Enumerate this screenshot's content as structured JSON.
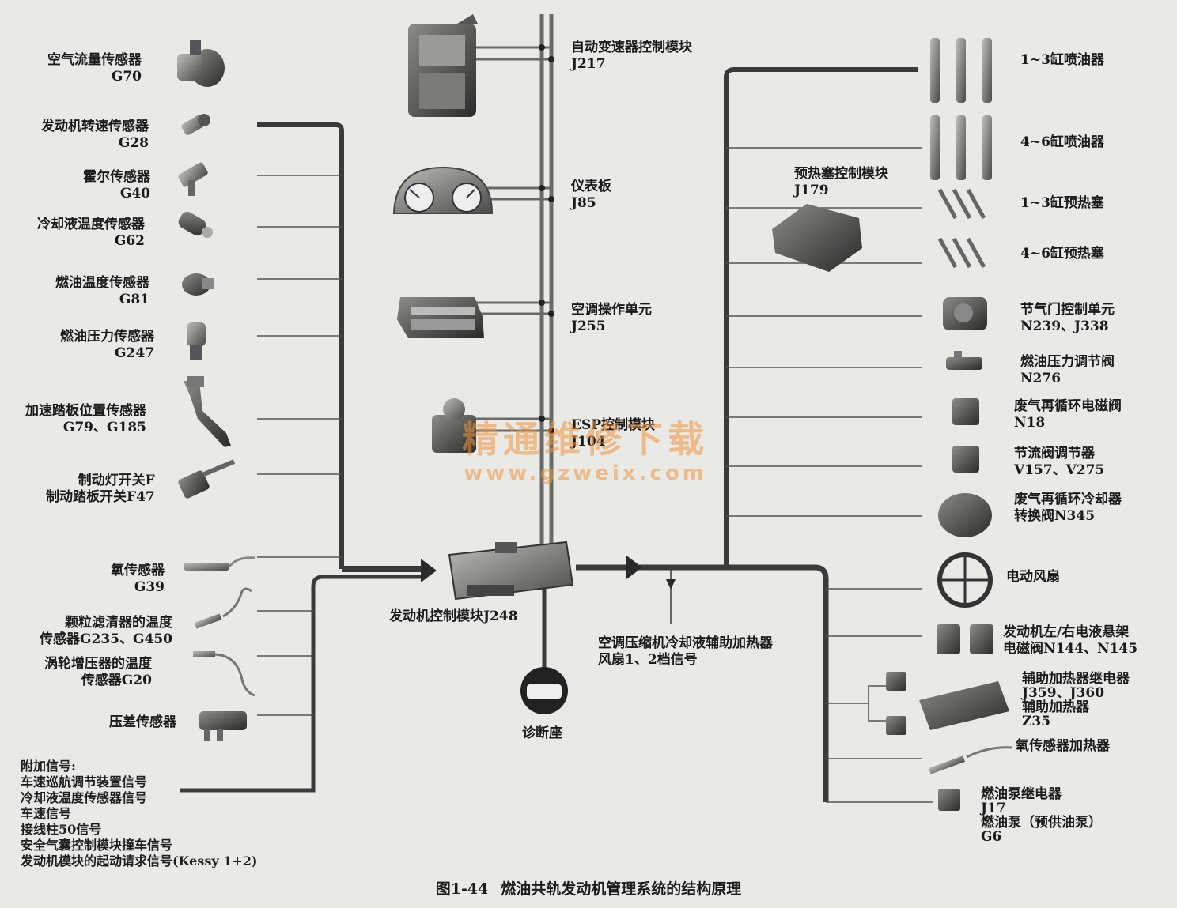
{
  "left": [
    {
      "name": "空气流量传感器",
      "code": "G70"
    },
    {
      "name": "发动机转速传感器",
      "code": "G28"
    },
    {
      "name": "霍尔传感器",
      "code": "G40"
    },
    {
      "name": "冷却液温度传感器",
      "code": "G62"
    },
    {
      "name": "燃油温度传感器",
      "code": "G81"
    },
    {
      "name": "燃油压力传感器",
      "code": "G247"
    },
    {
      "name": "加速踏板位置传感器",
      "code": "G79、G185"
    },
    {
      "name": "制动灯开关F",
      "code": "制动踏板开关F47"
    },
    {
      "name": "氧传感器",
      "code": "G39"
    },
    {
      "name": "颗粒滤清器的温度",
      "code": "传感器G235、G450"
    },
    {
      "name": "涡轮增压器的温度",
      "code": "传感器G20"
    },
    {
      "name": "压差传感器"
    }
  ],
  "extra": {
    "title": "附加信号:",
    "items": [
      "车速巡航调节装置信号",
      "冷却液温度传感器信号",
      "车速信号",
      "接线柱50信号",
      "安全气囊控制模块撞车信号",
      "发动机模块的起动请求信号(Kessy 1+2)"
    ]
  },
  "bus": [
    {
      "name": "自动变速器控制模块",
      "code": "J217"
    },
    {
      "name": "仪表板",
      "code": "J85"
    },
    {
      "name": "空调操作单元",
      "code": "J255"
    },
    {
      "name": "ESP控制模块",
      "code": "J104"
    }
  ],
  "center": {
    "ecu": "发动机控制模块J248",
    "diag": "诊断座",
    "fan_line1": "空调压缩机冷却液辅助加热器",
    "fan_line2": "风扇1、2档信号"
  },
  "right": {
    "glow_module": {
      "name": "预热塞控制模块",
      "code": "J179"
    },
    "items": [
      {
        "name": "1~3缸喷油器"
      },
      {
        "name": "4~6缸喷油器"
      },
      {
        "name": "1~3缸预热塞"
      },
      {
        "name": "4~6缸预热塞"
      },
      {
        "name": "节气门控制单元",
        "code": "N239、J338"
      },
      {
        "name": "燃油压力调节阀",
        "code": "N276"
      },
      {
        "name": "废气再循环电磁阀",
        "code": "N18"
      },
      {
        "name": "节流阀调节器",
        "code": "V157、V275"
      },
      {
        "name": "废气再循环冷却器",
        "code": "转换阀N345"
      },
      {
        "name": "电动风扇"
      },
      {
        "name": "发动机左/右电液悬架",
        "code": "电磁阀N144、N145"
      },
      {
        "name": "辅助加热器继电器",
        "code": "J359、J360",
        "name2": "辅助加热器",
        "code2": "Z35"
      },
      {
        "name": "氧传感器加热器"
      },
      {
        "name": "燃油泵继电器",
        "code": "J17",
        "name2": "燃油泵（预供油泵）",
        "code2": "G6"
      }
    ]
  },
  "watermark": {
    "cn": "精通维修下载",
    "url": "www.gzweix.com"
  },
  "caption": {
    "num": "图1-44",
    "text": "燃油共轨发动机管理系统的结构原理"
  }
}
